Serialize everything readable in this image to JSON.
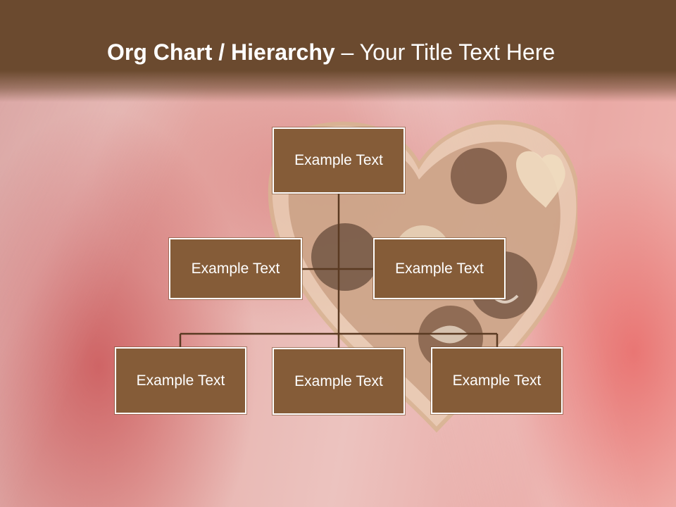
{
  "slide": {
    "title_bold": "Org Chart / Hierarchy",
    "title_dash": " – ",
    "title_rest": "Your Title Text Here"
  },
  "org_chart": {
    "top": {
      "label": "Example Text"
    },
    "middle": [
      {
        "label": "Example Text"
      },
      {
        "label": "Example Text"
      }
    ],
    "bottom": [
      {
        "label": "Example Text"
      },
      {
        "label": "Example Text"
      },
      {
        "label": "Example Text"
      }
    ]
  },
  "colors": {
    "banner": "#6b4a2f",
    "box_fill": "#855c38",
    "connector": "#5a3a22",
    "text": "#ffffff"
  }
}
